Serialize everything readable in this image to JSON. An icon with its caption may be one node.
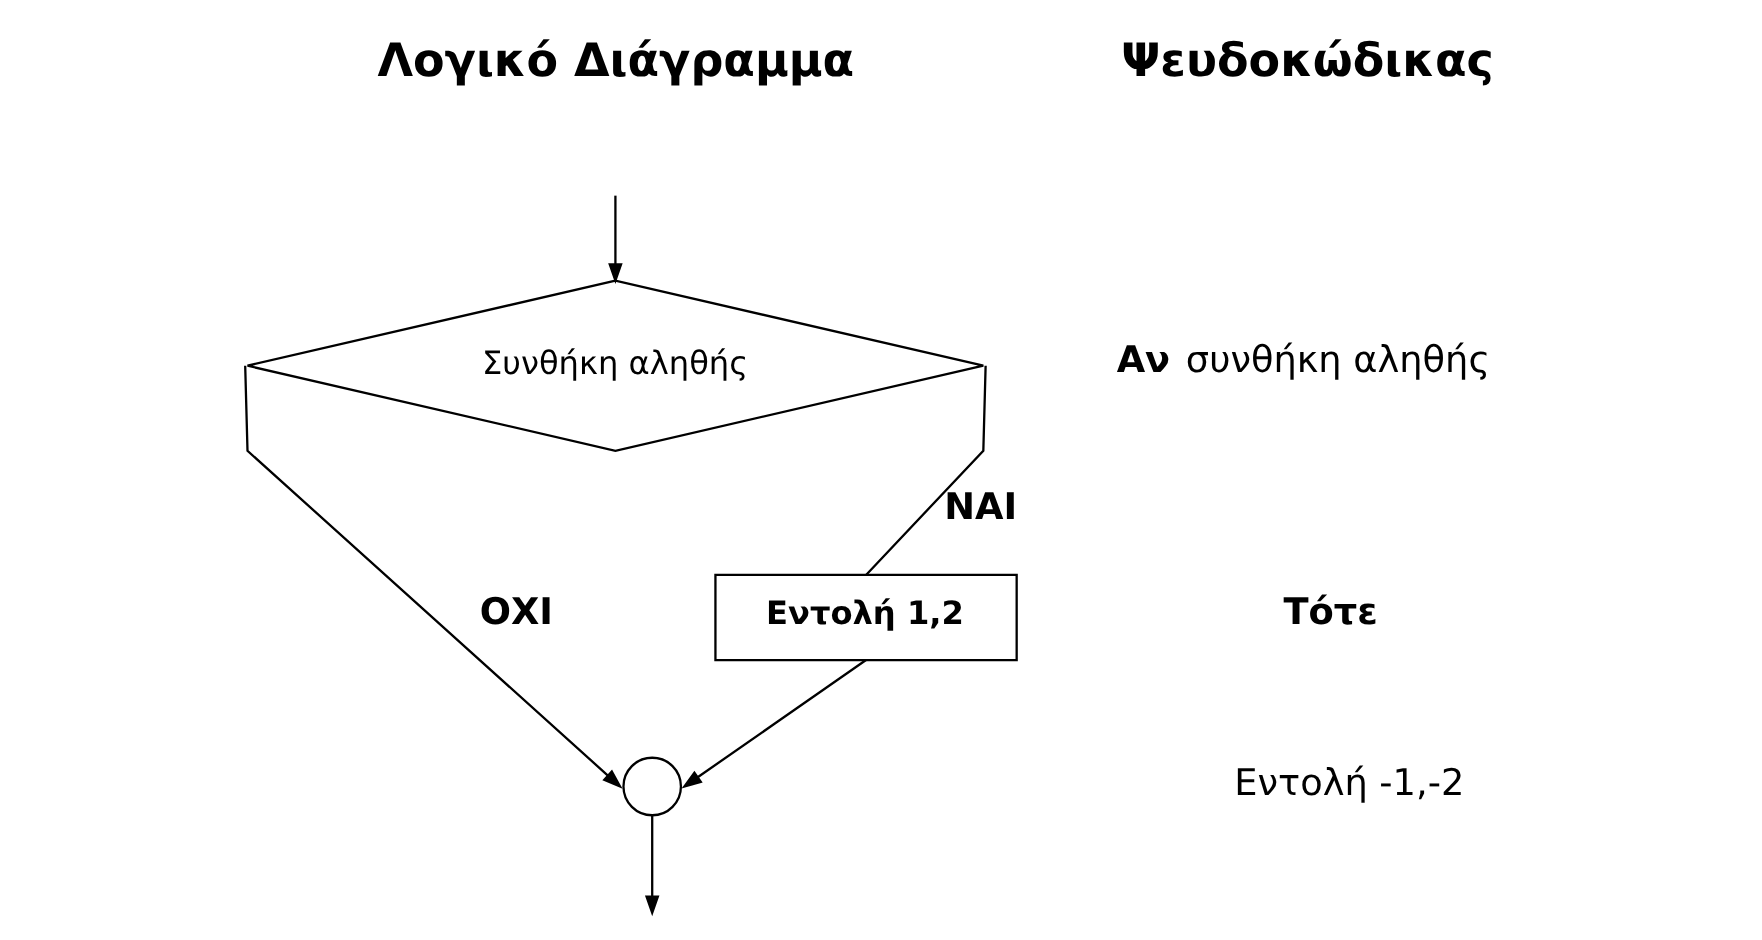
{
  "diagram": {
    "nodes": [
      {
        "text": [
          "Συνθήκη αληθής"
        ]
      },
      {
        "text": [
          "Εντολή 1,2"
        ]
      },
      {
        "text": [],
        "shape": "circle"
      }
    ],
    "edges": [
      {
        "from": null,
        "to": 0,
        "arrow": "to"
      },
      {
        "from": 0,
        "to": 2,
        "arrow": "to",
        "label": "ΟΧΙ"
      },
      {
        "from": 0,
        "to": 1,
        "arrow": "none",
        "label": "ΝΑΙ"
      },
      {
        "from": 1,
        "to": 2,
        "arrow": "to"
      },
      {
        "from": 2,
        "to": null,
        "arrow": "to"
      }
    ],
    "labels": [
      "Λογικό Διάγραμμα",
      "Ψευδοκώδικας",
      "**Αν** συνθήκη αληθής",
      "Τότε",
      "Εντολή -1,-2"
    ]
  }
}
